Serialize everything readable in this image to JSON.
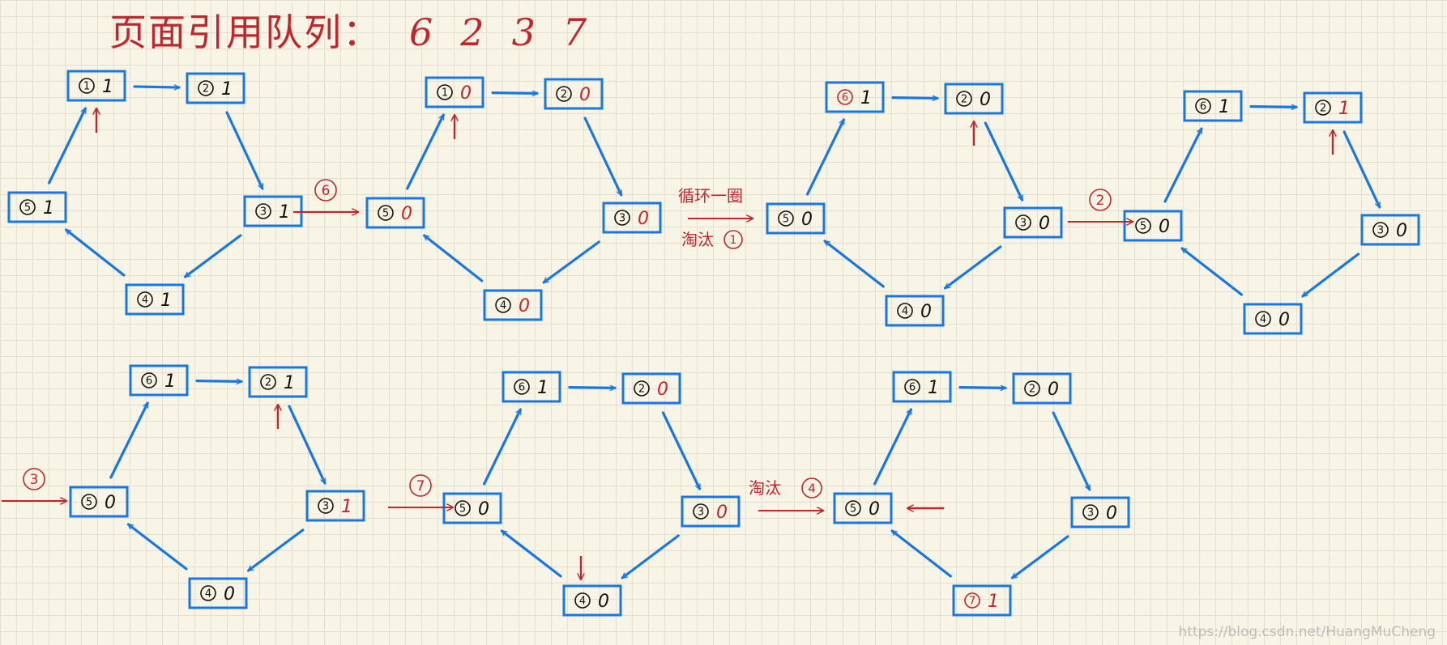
{
  "title": "页面引用队列：",
  "sequence": [
    "6",
    "2",
    "3",
    "7"
  ],
  "colors": {
    "box": "#1877e6",
    "arrow": "#1877e6",
    "annotation": "#c0262c",
    "text": "#111111",
    "grid": "#e3dfcd",
    "background": "#f8f5e6"
  },
  "watermark": "https://blog.csdn.net/HuangMuCheng",
  "diagrams": [
    {
      "nodes": [
        {
          "page": "1",
          "bit": "1"
        },
        {
          "page": "2",
          "bit": "1"
        },
        {
          "page": "3",
          "bit": "1"
        },
        {
          "page": "4",
          "bit": "1"
        },
        {
          "page": "5",
          "bit": "1"
        }
      ],
      "pointer_at": "1"
    },
    {
      "nodes": [
        {
          "page": "1",
          "bit": "0",
          "bit_red": true
        },
        {
          "page": "2",
          "bit": "0",
          "bit_red": true
        },
        {
          "page": "3",
          "bit": "0",
          "bit_red": true
        },
        {
          "page": "4",
          "bit": "0",
          "bit_red": true
        },
        {
          "page": "5",
          "bit": "0",
          "bit_red": true
        }
      ],
      "pointer_at": "1"
    },
    {
      "nodes": [
        {
          "page": "6",
          "bit": "1",
          "page_red": true
        },
        {
          "page": "2",
          "bit": "0"
        },
        {
          "page": "3",
          "bit": "0"
        },
        {
          "page": "4",
          "bit": "0"
        },
        {
          "page": "5",
          "bit": "0"
        }
      ],
      "pointer_at": "2"
    },
    {
      "nodes": [
        {
          "page": "6",
          "bit": "1"
        },
        {
          "page": "2",
          "bit": "1",
          "bit_red": true
        },
        {
          "page": "3",
          "bit": "0"
        },
        {
          "page": "4",
          "bit": "0"
        },
        {
          "page": "5",
          "bit": "0"
        }
      ],
      "pointer_at": "2"
    },
    {
      "nodes": [
        {
          "page": "6",
          "bit": "1"
        },
        {
          "page": "2",
          "bit": "1"
        },
        {
          "page": "3",
          "bit": "1",
          "bit_red": true
        },
        {
          "page": "4",
          "bit": "0"
        },
        {
          "page": "5",
          "bit": "0"
        }
      ],
      "pointer_at": "2"
    },
    {
      "nodes": [
        {
          "page": "6",
          "bit": "1"
        },
        {
          "page": "2",
          "bit": "0",
          "bit_red": true
        },
        {
          "page": "3",
          "bit": "0",
          "bit_red": true
        },
        {
          "page": "4",
          "bit": "0"
        },
        {
          "page": "5",
          "bit": "0"
        }
      ],
      "pointer_at": "4"
    },
    {
      "nodes": [
        {
          "page": "6",
          "bit": "1"
        },
        {
          "page": "2",
          "bit": "0"
        },
        {
          "page": "3",
          "bit": "0"
        },
        {
          "page": "7",
          "bit": "1",
          "page_red": true,
          "bit_red": true
        },
        {
          "page": "5",
          "bit": "0"
        }
      ],
      "pointer_at": "5"
    }
  ],
  "transitions": [
    {
      "circled": "6"
    },
    {
      "top_text": "循环一圈",
      "bottom_text": "淘汰",
      "bottom_circled": "1"
    },
    {
      "circled": "2"
    },
    {
      "circled": "3"
    },
    {
      "circled": "7"
    },
    {
      "top_text": "淘汰",
      "top_circled": "4"
    }
  ]
}
